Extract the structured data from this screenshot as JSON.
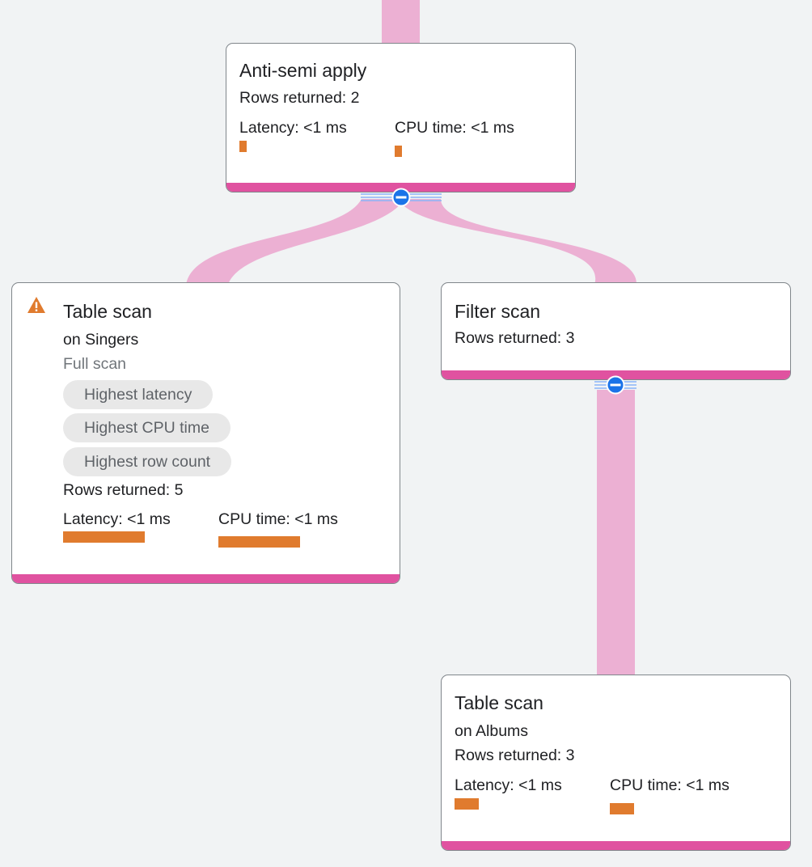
{
  "colors": {
    "background": "#f1f3f4",
    "node_border": "#80868b",
    "node_bottom_bar": "#e052a0",
    "connector": "#ecb0d3",
    "metric_bar": "#e07b2e",
    "warning": "#e07b2e",
    "toggle": "#1a73e8",
    "chip_bg": "#e8e8e8",
    "chip_text": "#5f6368"
  },
  "nodes": {
    "anti_semi_apply": {
      "title": "Anti-semi apply",
      "rows": "Rows returned: 2",
      "latency": "Latency: <1 ms",
      "cpu": "CPU time: <1 ms"
    },
    "table_scan_singers": {
      "title": "Table scan",
      "on": "on Singers",
      "scan_type": "Full scan",
      "icon": "warning-icon",
      "chips": [
        "Highest latency",
        "Highest CPU time",
        "Highest row count"
      ],
      "rows": "Rows returned: 5",
      "latency": "Latency: <1 ms",
      "cpu": "CPU time: <1 ms"
    },
    "filter_scan": {
      "title": "Filter scan",
      "rows": "Rows returned: 3"
    },
    "table_scan_albums": {
      "title": "Table scan",
      "on": "on Albums",
      "rows": "Rows returned: 3",
      "latency": "Latency: <1 ms",
      "cpu": "CPU time: <1 ms"
    }
  }
}
